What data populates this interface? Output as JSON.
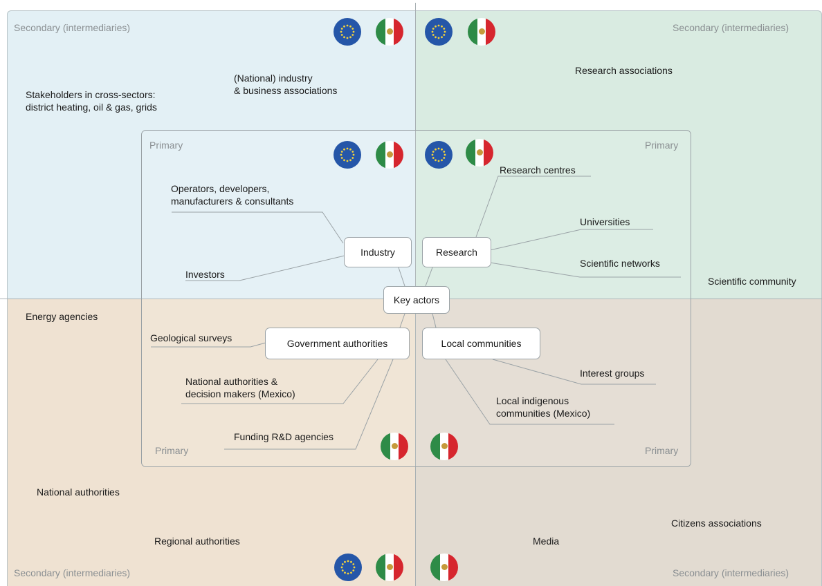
{
  "tiers": {
    "secondary": "Secondary (intermediaries)",
    "primary": "Primary"
  },
  "center": "Key actors",
  "hubs": {
    "industry": "Industry",
    "research": "Research",
    "government": "Government authorities",
    "local": "Local communities"
  },
  "primary_items": {
    "industry_operators": "Operators, developers,\nmanufacturers & consultants",
    "industry_investors": "Investors",
    "research_centres": "Research centres",
    "research_universities": "Universities",
    "research_networks": "Scientific networks",
    "gov_geological": "Geological surveys",
    "gov_national": "National authorities &\ndecision makers (Mexico)",
    "gov_funding": "Funding R&D agencies",
    "local_interest": "Interest groups",
    "local_indigenous": "Local indigenous\ncommunities (Mexico)"
  },
  "secondary_items": {
    "cross_sectors": "Stakeholders in cross-sectors:\ndistrict heating, oil & gas, grids",
    "industry_associations": "(National) industry\n& business associations",
    "research_associations": "Research associations",
    "scientific_community": "Scientific community",
    "energy_agencies": "Energy agencies",
    "national_authorities": "National authorities",
    "regional_authorities": "Regional authorities",
    "media": "Media",
    "citizens_associations": "Citizens associations"
  },
  "icons": {
    "eu": "eu-flag-icon",
    "mexico": "mexico-flag-icon"
  },
  "colors": {
    "quadrant_industry": "#e3f0f5",
    "quadrant_research": "#d9ebe1",
    "quadrant_government": "#efe2d2",
    "quadrant_local": "#e2dbd1",
    "eu_blue": "#2556a8",
    "mexico_green": "#2e8b47",
    "mexico_red": "#d6262e"
  }
}
